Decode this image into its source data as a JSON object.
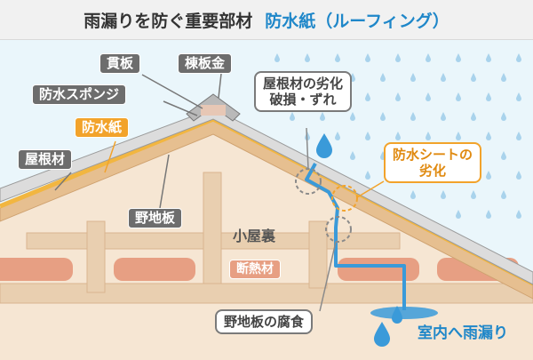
{
  "title": {
    "main": "雨漏りを防ぐ重要部材",
    "accent": "防水紙（ルーフィング）"
  },
  "labels": {
    "nuki_ita": "貫板",
    "munaita_kin": "棟板金",
    "bosui_sponge": "防水スポンジ",
    "bosui_shi": "防水紙",
    "yane_zai": "屋根材",
    "noji_ita": "野地板",
    "koya_ura": "小屋裏",
    "dannetsu_zai": "断熱材"
  },
  "callouts": {
    "roof_damage_line1": "屋根材の劣化",
    "roof_damage_line2": "破損・ずれ",
    "sheet_line1": "防水シートの",
    "sheet_line2": "劣化",
    "board_decay": "野地板の腐食",
    "indoor_leak": "室内へ雨漏り"
  },
  "colors": {
    "rain": "#a9d3ec",
    "water": "#3a9ad9",
    "roofing": "#f2b640",
    "label_gray": "#6d6d6d",
    "label_orange": "#f2a32b",
    "insulation": "#e79f83"
  }
}
